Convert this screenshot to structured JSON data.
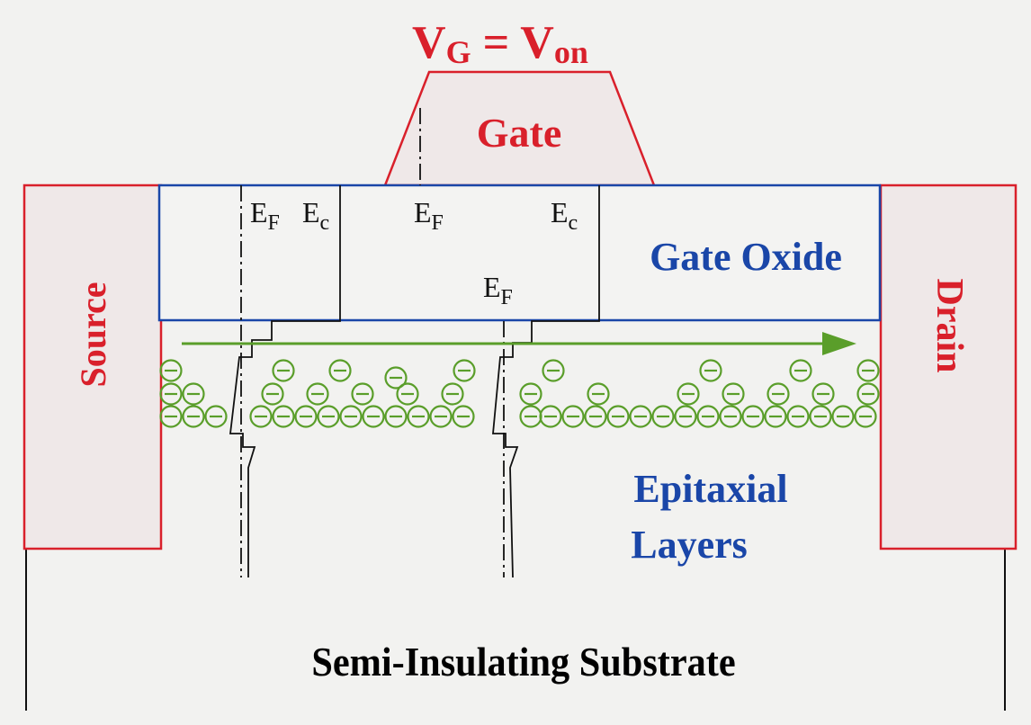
{
  "title": {
    "main": "V",
    "sub_left": "G",
    "equals": " = ",
    "main_right": "V",
    "sub_right": "on"
  },
  "labels": {
    "gate": "Gate",
    "gate_oxide": "Gate Oxide",
    "source": "Source",
    "drain": "Drain",
    "epitaxial_line1": "Epitaxial",
    "epitaxial_line2": "Layers",
    "substrate": "Semi-Insulating Substrate"
  },
  "band_labels": [
    {
      "main": "E",
      "sub": "F"
    },
    {
      "main": "E",
      "sub": "c"
    },
    {
      "main": "E",
      "sub": "F"
    },
    {
      "main": "E",
      "sub": "c"
    },
    {
      "main": "E",
      "sub": "F"
    }
  ],
  "electron_symbol": "−",
  "electrons": {
    "left_group": {
      "bottom_row": 13,
      "middle_row": 7,
      "top_row": 5
    },
    "right_group": {
      "bottom_row": 16,
      "middle_row": 7,
      "top_row": 4
    }
  },
  "current_arrow": {
    "direction": "source-to-drain"
  },
  "colors": {
    "red": "#d9202b",
    "blue": "#1a46a8",
    "green": "#5a9e2a",
    "black": "#111111",
    "contact_fill": "#efe8e8",
    "background": "#f2f2f0"
  }
}
